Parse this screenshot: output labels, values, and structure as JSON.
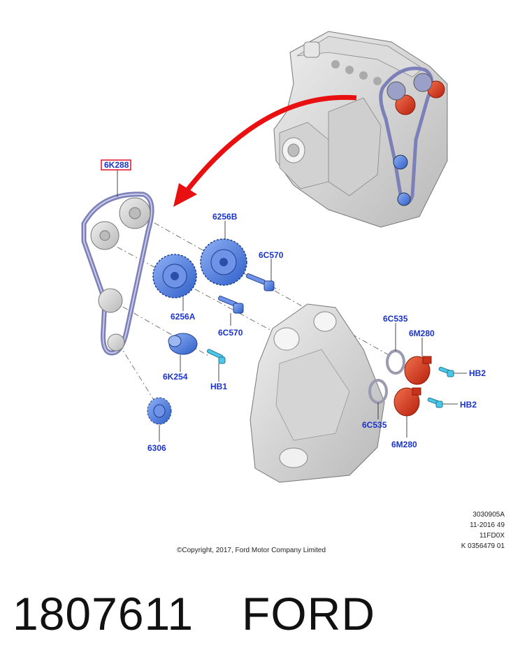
{
  "callouts": {
    "belt": "6K288",
    "sprocket_b": "6256B",
    "sprocket_a": "6256A",
    "bolt_upper": "6C570",
    "bolt_lower": "6C570",
    "tensioner": "6K254",
    "bolt_hb1": "HB1",
    "crank_gear": "6306",
    "seal_upper": "6C535",
    "seal_lower": "6C535",
    "solenoid_upper": "6M280",
    "solenoid_lower": "6M280",
    "bolt_hb2_upper": "HB2",
    "bolt_hb2_lower": "HB2"
  },
  "meta": {
    "line1": "3030905A",
    "line2": "11-2016 49",
    "line3": "11FD0X",
    "line4": "K 0356479 01"
  },
  "copyright": "©Copyright, 2017, Ford Motor Company Limited",
  "part_number": "1807611",
  "brand": "FORD",
  "colors": {
    "callout_text": "#1a33cc",
    "highlight_box": "#e0102a",
    "arrow": "#e81010",
    "belt": "#7d7fb8",
    "part_blue": "#3f6fd8",
    "part_red": "#d8321a",
    "cover_gray": "#c9c9c9"
  }
}
